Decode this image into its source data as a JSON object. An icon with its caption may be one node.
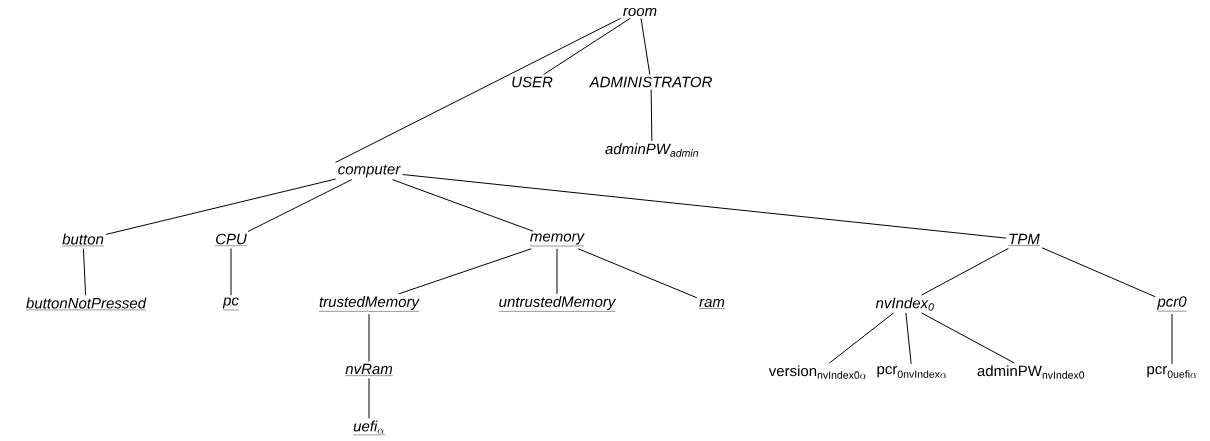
{
  "diagram": {
    "nodes": [
      {
        "text": [
          "room"
        ]
      },
      {
        "text": [
          "USER"
        ]
      },
      {
        "text": [
          "ADMINISTRATOR"
        ]
      },
      {
        "text": [
          "adminPW$_{admin}$"
        ]
      },
      {
        "text": [
          "computer"
        ]
      },
      {
        "text": [
          "button"
        ]
      },
      {
        "text": [
          "CPU"
        ]
      },
      {
        "text": [
          "memory"
        ]
      },
      {
        "text": [
          "TPM"
        ]
      },
      {
        "text": [
          "buttonNotPressed"
        ]
      },
      {
        "text": [
          "pc"
        ]
      },
      {
        "text": [
          "trustedMemory"
        ]
      },
      {
        "text": [
          "untrustedMemory"
        ]
      },
      {
        "text": [
          "ram"
        ]
      },
      {
        "text": [
          "nvIndex$_{0}$"
        ]
      },
      {
        "text": [
          "pcr0"
        ]
      },
      {
        "text": [
          "nvRam"
        ]
      },
      {
        "text": [
          "\\mathrm{version}_{\\mathrm{nvIndex0}\\alpha}"
        ]
      },
      {
        "text": [
          "\\mathrm{pcr}_{\\mathrm{0nvIndex}\\alpha}"
        ]
      },
      {
        "text": [
          "adminPW$_{nvIndex0}$"
        ]
      },
      {
        "text": [
          "\\mathrm{pcr}_{\\mathrm{0uefi}\\alpha}"
        ]
      },
      {
        "text": [
          "\\mathit{uefi}_{\\alpha}"
        ]
      }
    ],
    "edges": [
      {
        "from": 0,
        "to": 4,
        "arrow": "none"
      },
      {
        "from": 0,
        "to": 1,
        "arrow": "none"
      },
      {
        "from": 0,
        "to": 2,
        "arrow": "none"
      },
      {
        "from": 2,
        "to": 3,
        "arrow": "none"
      },
      {
        "from": 4,
        "to": 5,
        "arrow": "none"
      },
      {
        "from": 4,
        "to": 6,
        "arrow": "none"
      },
      {
        "from": 4,
        "to": 7,
        "arrow": "none"
      },
      {
        "from": 4,
        "to": 8,
        "arrow": "none"
      },
      {
        "from": 5,
        "to": 9,
        "arrow": "none"
      },
      {
        "from": 6,
        "to": 10,
        "arrow": "none"
      },
      {
        "from": 7,
        "to": 11,
        "arrow": "none"
      },
      {
        "from": 7,
        "to": 12,
        "arrow": "none"
      },
      {
        "from": 7,
        "to": 13,
        "arrow": "none"
      },
      {
        "from": 8,
        "to": 14,
        "arrow": "none"
      },
      {
        "from": 8,
        "to": 15,
        "arrow": "none"
      },
      {
        "from": 11,
        "to": 16,
        "arrow": "none"
      },
      {
        "from": 16,
        "to": 21,
        "arrow": "none"
      },
      {
        "from": 14,
        "to": 17,
        "arrow": "none"
      },
      {
        "from": 14,
        "to": 18,
        "arrow": "none"
      },
      {
        "from": 14,
        "to": 19,
        "arrow": "none"
      },
      {
        "from": 15,
        "to": 20,
        "arrow": "none"
      }
    ]
  }
}
